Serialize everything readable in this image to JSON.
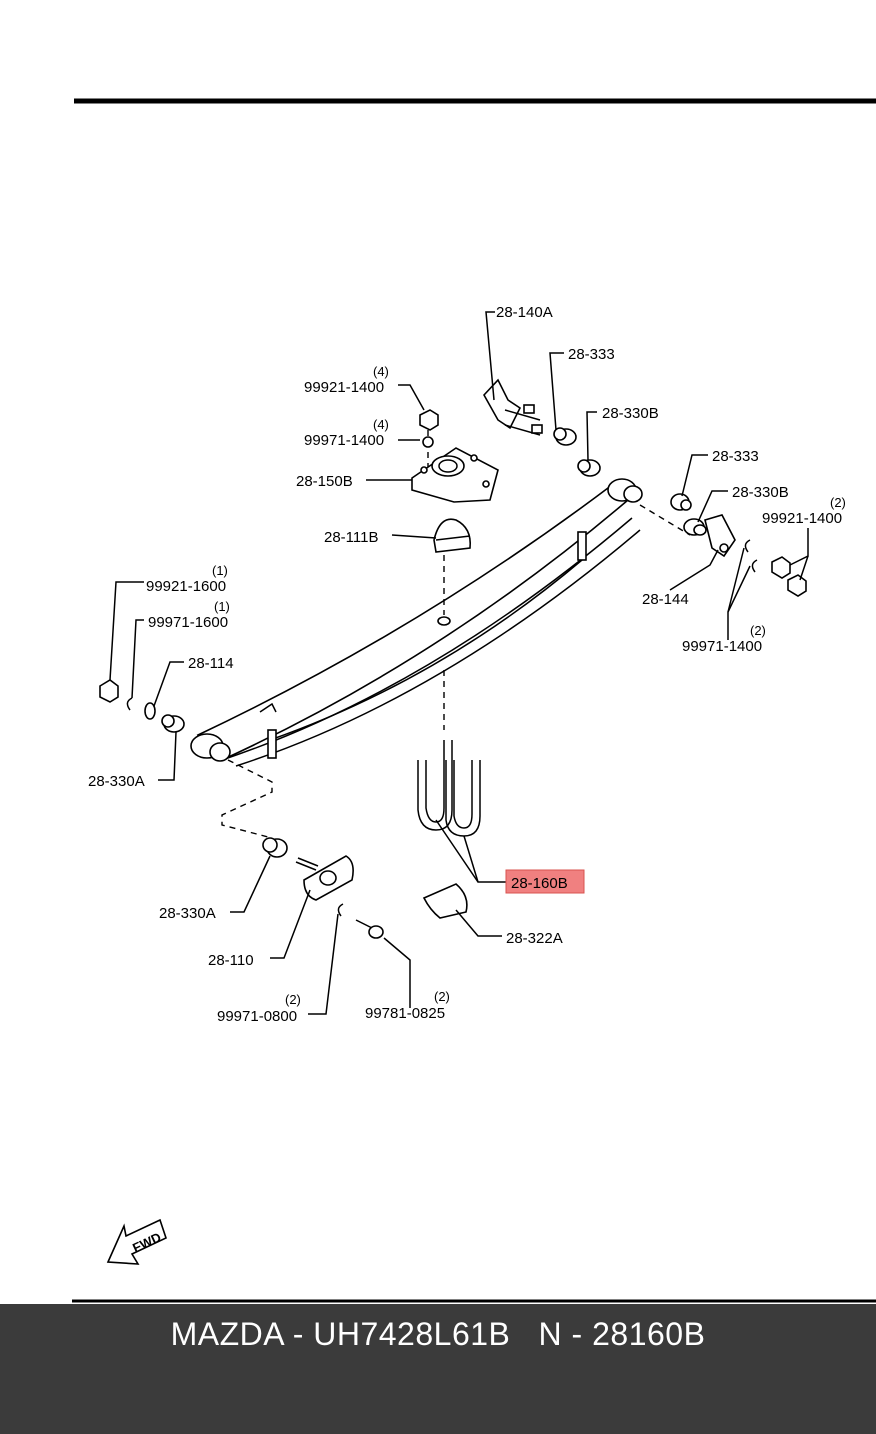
{
  "parts": {
    "p_28_140A": "28-140A",
    "p_28_333_a": "28-333",
    "p_28_330B_a": "28-330B",
    "p_99921_1400_a_qty": "(4)",
    "p_99921_1400_a": "99921-1400",
    "p_99971_1400_a_qty": "(4)",
    "p_99971_1400_a": "99971-1400",
    "p_28_150B": "28-150B",
    "p_28_111B": "28-111B",
    "p_28_333_b": "28-333",
    "p_28_330B_b": "28-330B",
    "p_99921_1400_b_qty": "(2)",
    "p_99921_1400_b": "99921-1400",
    "p_28_144": "28-144",
    "p_99971_1400_b_qty": "(2)",
    "p_99971_1400_b": "99971-1400",
    "p_99921_1600_qty": "(1)",
    "p_99921_1600": "99921-1600",
    "p_99971_1600_qty": "(1)",
    "p_99971_1600": "99971-1600",
    "p_28_114": "28-114",
    "p_28_330A_a": "28-330A",
    "p_28_160B": "28-160B",
    "p_28_330A_b": "28-330A",
    "p_28_322A": "28-322A",
    "p_28_110": "28-110",
    "p_99971_0800_qty": "(2)",
    "p_99971_0800": "99971-0800",
    "p_99781_0825_qty": "(2)",
    "p_99781_0825": "99781-0825"
  },
  "fwd_label": "FWD",
  "highlight_color": "#f08080",
  "footer": {
    "text": "MAZDA - UH7428L61B   N - 28160B"
  }
}
